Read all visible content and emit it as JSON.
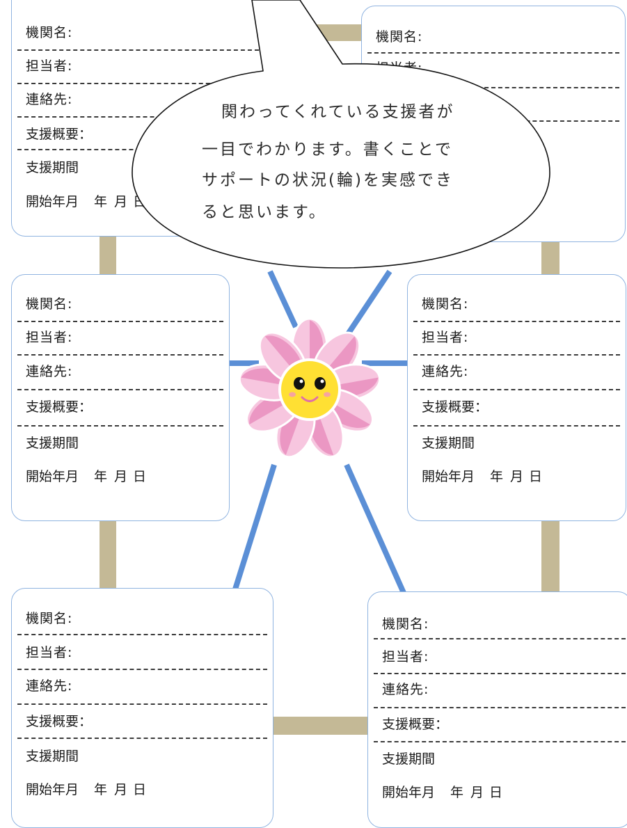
{
  "card_fields": {
    "agency": "機関名:",
    "person": "担当者:",
    "contact": "連絡先:",
    "summary": "支援概要：",
    "period": "支援期間",
    "start": "開始年月",
    "year": "年",
    "month": "月",
    "day": "日"
  },
  "bubble": {
    "line1": "関わってくれている支援者が",
    "line2": "一目でわかります。書くことで",
    "line3": "サポートの状況(輪)を実感でき",
    "line4": "ると思います。"
  },
  "colors": {
    "card_border": "#8fb3e0",
    "connector_tan": "#c4b996",
    "spoke_blue": "#5b8fd6",
    "petal_pink": "#f0a8cd",
    "face_yellow": "#ffe033"
  }
}
